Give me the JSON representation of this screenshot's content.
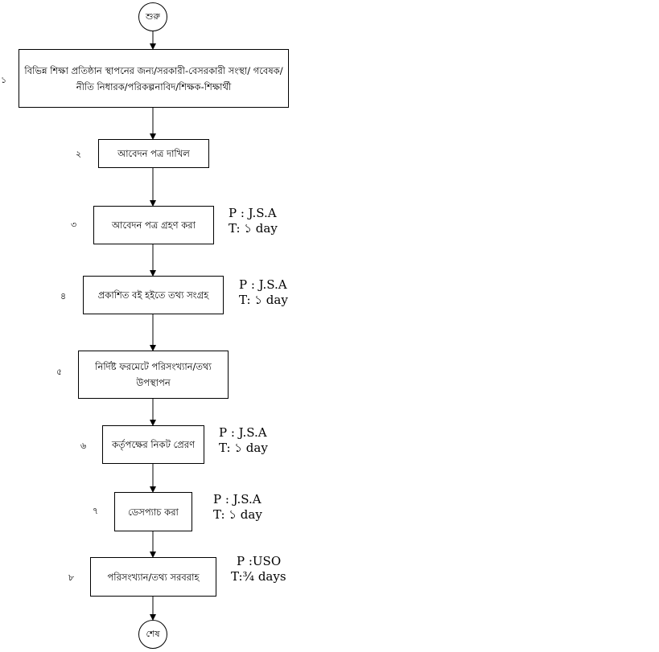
{
  "flowchart": {
    "start": "শুরু",
    "end": "শেষ",
    "steps": [
      {
        "num": "১",
        "text": "বিভিন্ন শিক্ষা প্রতিষ্ঠান স্থাপনের জন্য/সরকারী-বেসরকারী সংস্থা/ গবেষক/নীতি নিধারক/পরিকল্পনাবিদ/শিক্ষক-শিক্ষার্থী"
      },
      {
        "num": "২",
        "text": "আবেদন পত্র দাখিল"
      },
      {
        "num": "৩",
        "text": "আবেদন পত্র  গ্রহণ করা",
        "person": "P : J.S.A",
        "time": "T: ১ day"
      },
      {
        "num": "৪",
        "text": "প্রকাশিত বই হইতে তথ্য সংগ্রহ",
        "person": "P : J.S.A",
        "time": "T: ১ day"
      },
      {
        "num": "৫",
        "text": "নির্দিষ্ট ফরমেটে পরিসংখ্যান/তথ্য উপস্থাপন"
      },
      {
        "num": "৬",
        "text": "কর্তৃপক্ষের নিকট প্রেরণ",
        "person": "P : J.S.A",
        "time": "T: ১ day"
      },
      {
        "num": "৭",
        "text": "ডেসপ্যাচ করা",
        "person": "P : J.S.A",
        "time": "T: ১ day"
      },
      {
        "num": "৮",
        "text": "পরিসংখ্যান/তথ্য সরবরাহ",
        "person": "P :USO",
        "time": "T:¾ days"
      }
    ]
  }
}
